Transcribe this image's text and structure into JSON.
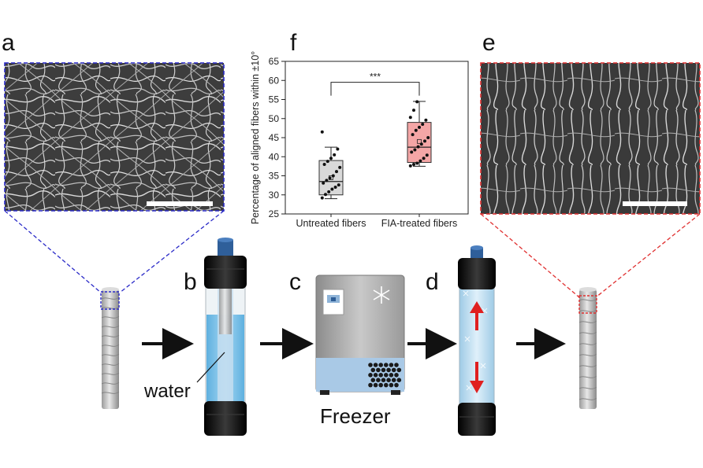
{
  "panels": {
    "a": "a",
    "b": "b",
    "c": "c",
    "d": "d",
    "e": "e",
    "f": "f"
  },
  "labels": {
    "water": "water",
    "freezer": "Freezer"
  },
  "colors": {
    "zoom_left": "#2b2bc8",
    "zoom_right": "#e03030",
    "water": "#7cc3ea",
    "arrow_red": "#e02020",
    "box_untreated": "#d9d9d9",
    "box_treated": "#f4a6a6"
  },
  "chart_data": {
    "type": "box",
    "ylabel": "Percentage of aligned fibers within ±10°",
    "ylim": [
      25,
      65
    ],
    "yticks": [
      25,
      30,
      35,
      40,
      45,
      50,
      55,
      60,
      65
    ],
    "categories": [
      "Untreated fibers",
      "FIA-treated fibers"
    ],
    "significance": "***",
    "series": [
      {
        "category": "Untreated fibers",
        "q1": 30,
        "median": 33.5,
        "q3": 39,
        "whisker_low": 29,
        "whisker_high": 42.5,
        "mean": 34.5,
        "points": [
          29.2,
          30.1,
          30.8,
          31.5,
          32.0,
          32.6,
          33.1,
          33.8,
          34.4,
          35.0,
          36.1,
          37.2,
          38.0,
          38.8,
          39.6,
          40.5,
          42.0,
          46.5
        ]
      },
      {
        "category": "FIA-treated fibers",
        "q1": 38.5,
        "median": 42.5,
        "q3": 49,
        "whisker_low": 37.5,
        "whisker_high": 54.5,
        "mean": 44,
        "points": [
          37.6,
          38.0,
          38.3,
          38.9,
          39.6,
          40.4,
          41.2,
          41.8,
          42.6,
          43.3,
          44.1,
          45.0,
          45.8,
          46.9,
          47.7,
          48.5,
          49.6,
          50.3,
          52.2,
          54.4
        ]
      }
    ]
  }
}
